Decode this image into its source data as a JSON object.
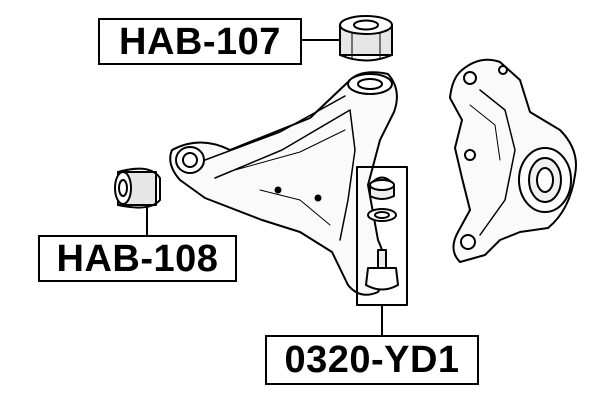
{
  "labels": {
    "upper_bushing": "HAB-107",
    "rear_bushing": "HAB-108",
    "ball_joint": "0320-YD1"
  },
  "colors": {
    "line": "#000000",
    "fill": "#ffffff",
    "shade": "#dcdcdc"
  }
}
